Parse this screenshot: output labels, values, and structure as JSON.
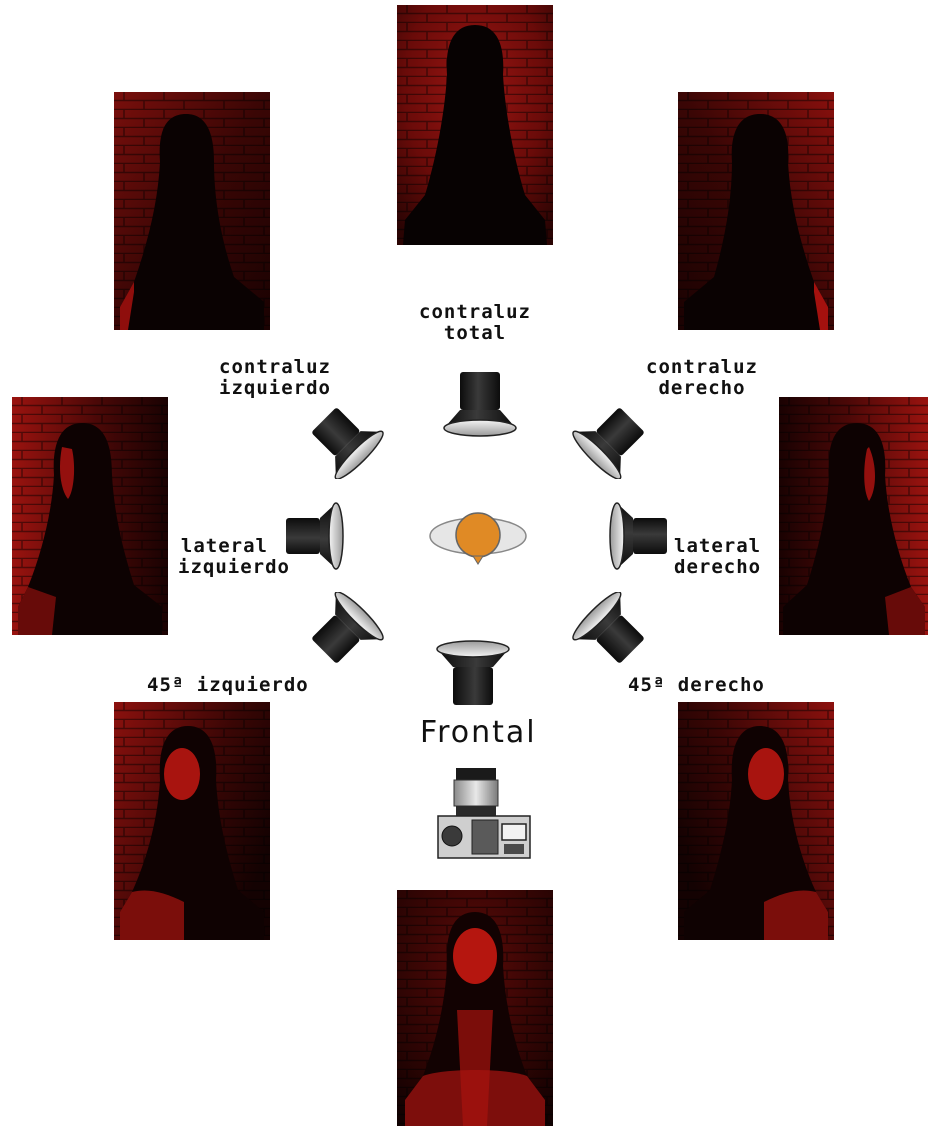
{
  "colors": {
    "background": "#ffffff",
    "photo_red": "#b0120f",
    "photo_black": "#070202",
    "subject_orange": "#e08a25",
    "lamp_black": "#1a1a1a"
  },
  "labels": {
    "contraluz_total": [
      "contraluz",
      "total"
    ],
    "contraluz_izquierdo": [
      "contraluz",
      "izquierdo"
    ],
    "contraluz_derecho": [
      "contraluz",
      "derecho"
    ],
    "lateral_izquierdo": [
      "lateral",
      "izquierdo"
    ],
    "lateral_derecho": [
      "lateral",
      "derecho"
    ],
    "diag_izquierdo": "45ª izquierdo",
    "diag_derecho": "45ª derecho",
    "frontal": "Frontal"
  },
  "icons": {
    "lamp": "softbox-light-icon",
    "subject": "subject-head-icon",
    "camera": "camera-top-view-icon"
  },
  "photos": [
    {
      "name": "photo-contraluz-total",
      "lighting": "contraluz total"
    },
    {
      "name": "photo-contraluz-izquierdo",
      "lighting": "contraluz izquierdo"
    },
    {
      "name": "photo-contraluz-derecho",
      "lighting": "contraluz derecho"
    },
    {
      "name": "photo-lateral-izquierdo",
      "lighting": "lateral izquierdo"
    },
    {
      "name": "photo-lateral-derecho",
      "lighting": "lateral derecho"
    },
    {
      "name": "photo-45-izquierdo",
      "lighting": "45ª izquierdo"
    },
    {
      "name": "photo-45-derecho",
      "lighting": "45ª derecho"
    },
    {
      "name": "photo-frontal",
      "lighting": "Frontal"
    }
  ]
}
